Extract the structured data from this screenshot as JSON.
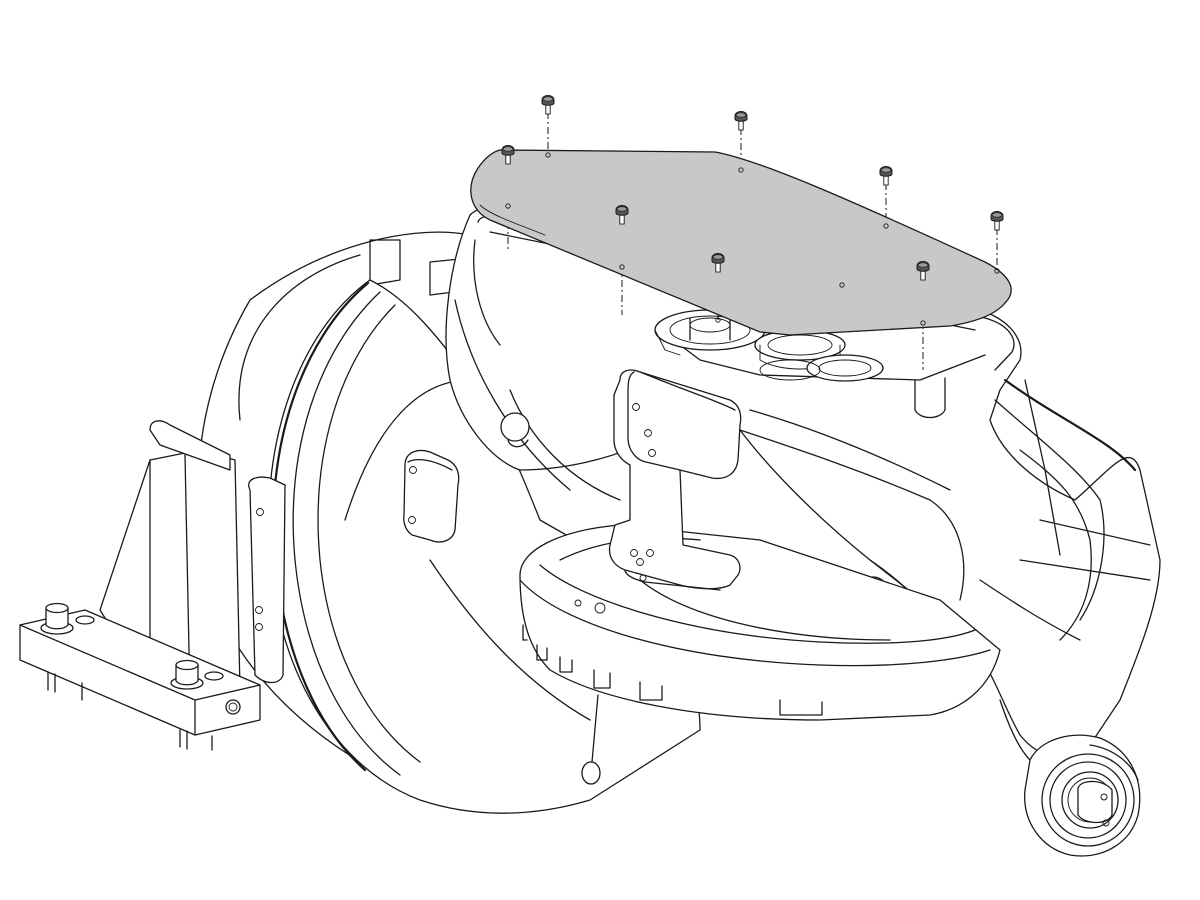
{
  "figure": {
    "cover_plate_fill": "#c8c8c8",
    "line_color": "#1a1a1a",
    "background": "#ffffff"
  },
  "screws": [
    {
      "name": "screw-1"
    },
    {
      "name": "screw-2"
    },
    {
      "name": "screw-3"
    },
    {
      "name": "screw-4"
    },
    {
      "name": "screw-5"
    },
    {
      "name": "screw-6"
    },
    {
      "name": "screw-7"
    },
    {
      "name": "screw-8"
    }
  ]
}
